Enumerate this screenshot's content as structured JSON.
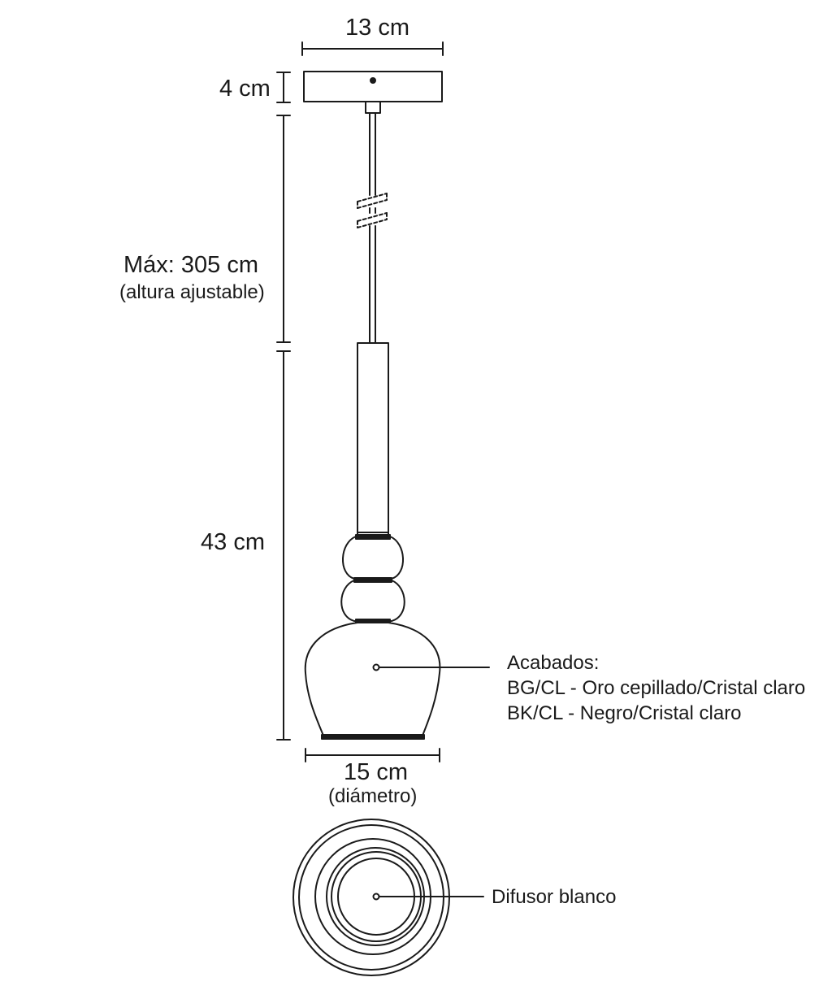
{
  "dimensions": {
    "canopy_width": "13 cm",
    "canopy_height": "4 cm",
    "cable_max": "Máx: 305 cm",
    "cable_note": "(altura ajustable)",
    "body_height": "43 cm",
    "shade_diameter": "15 cm",
    "shade_diameter_note": "(diámetro)"
  },
  "callouts": {
    "finishes_title": "Acabados:",
    "finish_1": "BG/CL - Oro cepillado/Cristal claro",
    "finish_2": "BK/CL - Negro/Cristal claro",
    "diffuser": "Difusor blanco"
  },
  "colors": {
    "line": "#1a1a1a",
    "background": "#ffffff"
  }
}
